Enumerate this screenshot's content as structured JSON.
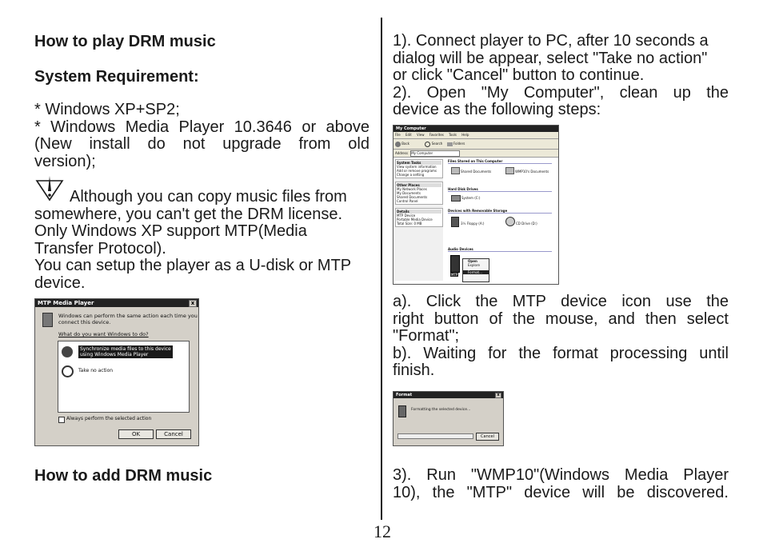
{
  "left": {
    "heading_play": "How to play DRM music",
    "heading_sysreq": "System Requirement:",
    "req_1": "* Windows XP+SP2;",
    "req_2_l1": "* Windows Media Player 10.3646 or above",
    "req_2_l2": "(New install do not upgrade from old",
    "req_2_l3": "version);",
    "warn_l1": "Although you can copy music files from",
    "warn_l2": "somewhere, you can't get the DRM license.",
    "warn_l3": "Only Windows XP support MTP(Media",
    "warn_l4": "Transfer Protocol).",
    "setup_l1": "You can setup the player as a U-disk or MTP",
    "setup_l2": "device.",
    "heading_add": "How to add DRM music"
  },
  "mtp_dialog": {
    "title": "MTP Media Player",
    "message_l1": "Windows can perform the same action each time you",
    "message_l2": "connect this device.",
    "question": "What do you want Windows to do?",
    "option_1_l1": "Synchronize media files to this device",
    "option_1_l2": "using Windows Media Player",
    "option_2": "Take no action",
    "always": "Always perform the selected action",
    "ok": "OK",
    "cancel": "Cancel"
  },
  "explorer": {
    "title": "My Computer",
    "menu": [
      "File",
      "Edit",
      "View",
      "Favorites",
      "Tools",
      "Help"
    ],
    "toolbar_back": "Back",
    "toolbar_search": "Search",
    "toolbar_folders": "Folders",
    "address_label": "Address",
    "address_value": "My Computer",
    "tasks_system": "System Tasks",
    "task_1": "View system information",
    "task_2": "Add or remove programs",
    "task_3": "Change a setting",
    "tasks_other": "Other Places",
    "other_1": "My Network Places",
    "other_2": "My Documents",
    "other_3": "Shared Documents",
    "other_4": "Control Panel",
    "details": "Details",
    "details_1": "MTP Device",
    "details_2": "Portable Media Device",
    "details_3": "Total Size: 0 MB",
    "group_files": "Files Stored on This Computer",
    "shared_docs": "Shared Documents",
    "wmp_docs": "WMP10's Documents",
    "group_hdd": "Hard Disk Drives",
    "system_c": "System (C:)",
    "group_removable": "Devices with Removable Storage",
    "floppy": "3½ Floppy (A:)",
    "cd_drive": "CD Drive (D:)",
    "group_audio": "Audio Devices",
    "device_label": "MTP",
    "ctx_open": "Open",
    "ctx_explore": "Explore",
    "ctx_format": "Format..."
  },
  "right": {
    "step1_l1": "1). Connect player to PC, after 10 seconds a",
    "step1_l2": "dialog will be appear, select \"Take no action\"",
    "step1_l3": "or click \"Cancel\" button to continue.",
    "step2_l1": "2). Open \"My Computer\", clean up the",
    "step2_l2": "device as the following steps:",
    "a_l1": "a). Click the MTP device icon use the",
    "a_l2": "right button of the mouse, and then select",
    "a_l3": "\"Format\";",
    "b_l1": "b). Waiting for the format processing until",
    "b_l2": "finish.",
    "step3_l1": "3). Run \"WMP10\"(Windows Media Player",
    "step3_l2": "10), the \"MTP\" device will be discovered."
  },
  "format_dialog": {
    "title": "Format",
    "message": "Formatting the selected device...",
    "cancel": "Cancel"
  },
  "page_number": "12"
}
